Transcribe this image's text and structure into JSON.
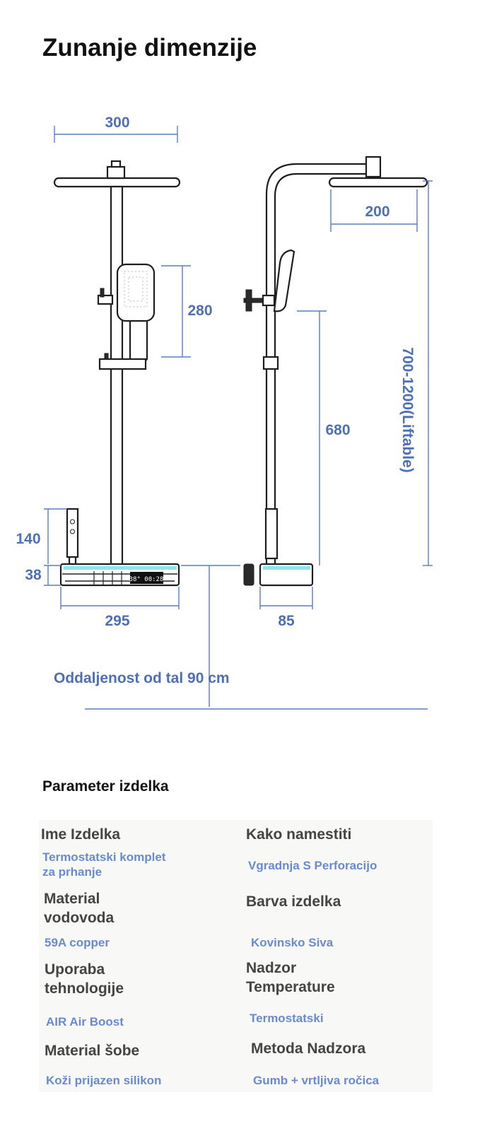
{
  "title": "Zunanje dimenzije",
  "dimensions": {
    "overhead_width": "300",
    "hand_shower_height": "280",
    "handle_height": "140",
    "console_height": "38",
    "console_width": "295",
    "overhead_depth": "200",
    "holder_height": "680",
    "lift_range": "700-1200(Liftable)",
    "console_depth": "85",
    "display_readout": "38° 00:28",
    "floor_distance": "Oddaljenost od tal 90 cm"
  },
  "colors": {
    "dimension": "#5b7bc4",
    "accent_strip": "#8fe6ea",
    "value_text": "#6a8ad0"
  },
  "parameters": {
    "title": "Parameter izdelka",
    "items": [
      {
        "label": "Ime Izdelka",
        "value": "Termostatski komplet za prhanje"
      },
      {
        "label": "Kako namestiti",
        "value": "Vgradnja S Perforacijo"
      },
      {
        "label": "Material vodovoda",
        "value": "59A copper"
      },
      {
        "label": "Barva izdelka",
        "value": "Kovinsko Siva"
      },
      {
        "label": "Uporaba tehnologije",
        "value": "AIR Air Boost"
      },
      {
        "label": "Nadzor Temperature",
        "value": "Termostatski"
      },
      {
        "label": "Material šobe",
        "value": "Koži prijazen silikon"
      },
      {
        "label": "Metoda Nadzora",
        "value": "Gumb + vrtljiva ročica"
      }
    ]
  }
}
